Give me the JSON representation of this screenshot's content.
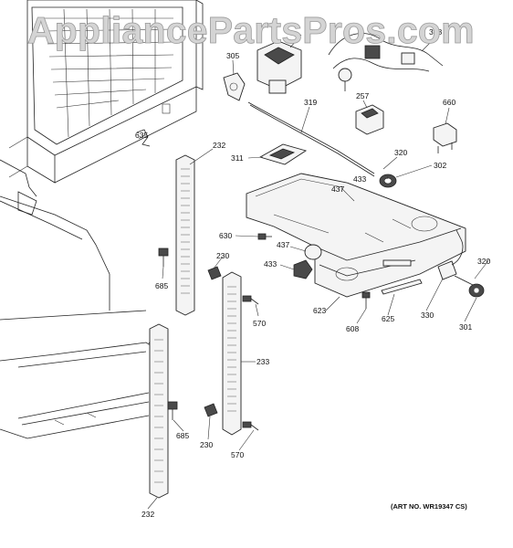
{
  "watermark": "AppliancePartsPros.com",
  "art_number": "(ART NO. WR19347 CS)",
  "part_numbers": {
    "p305": "305",
    "p319": "319",
    "p318": "318",
    "p257": "257",
    "p660": "660",
    "p635": "635",
    "p232_top": "232",
    "p311": "311",
    "p320_top": "320",
    "p433_top": "433",
    "p302": "302",
    "p437_top": "437",
    "p630": "630",
    "p437_mid": "437",
    "p230_top": "230",
    "p433_mid": "433",
    "p685_top": "685",
    "p570_top": "570",
    "p623": "623",
    "p608": "608",
    "p625": "625",
    "p330": "330",
    "p320_right": "320",
    "p301": "301",
    "p233": "233",
    "p232_bottom": "232",
    "p685_bottom": "685",
    "p230_bottom": "230",
    "p570_bottom": "570"
  }
}
